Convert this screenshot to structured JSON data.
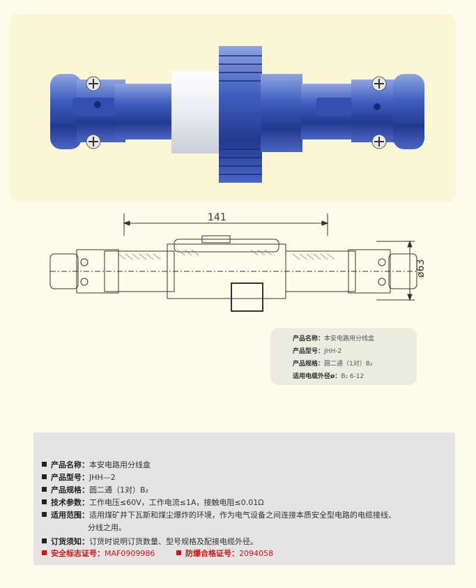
{
  "drawing": {
    "length_dim": "141",
    "diameter_dim": "ø63"
  },
  "spec_card": {
    "rows": [
      {
        "label": "产品名称：",
        "value": "本安电路用分线盒"
      },
      {
        "label": "产品型号：",
        "value": "JHH-2"
      },
      {
        "label": "产品规格：",
        "value": "圆二通（1对）B₂"
      },
      {
        "label": "适用电缆外径ø：",
        "value": "B₂ 6-12"
      }
    ]
  },
  "details": {
    "product_name": {
      "label": "产品名称：",
      "value": "本安电路用分线盒"
    },
    "product_model": {
      "label": "产品型号：",
      "value": "JHH—2"
    },
    "product_spec": {
      "label": "产品规格：",
      "value": "圆二通（1对）B₂"
    },
    "tech_params": {
      "label": "技术参数：",
      "value": "工作电压≤60V，工作电流≤1A，接触电阻≤0.01Ω"
    },
    "application": {
      "label": "适用范围：",
      "value_line1": "适用煤矿井下瓦斯和煤尘爆炸的环境，作为电气设备之间连接本质安全型电路的电缆接线、",
      "value_line2": "分线之用。"
    },
    "ordering": {
      "label": "订货须知：",
      "value": "订货时说明订货数量、型号规格及配接电缆外径。"
    },
    "safety_cert": {
      "label": "安全标志证号：",
      "value": "MAF0909986"
    },
    "explosion_cert": {
      "label": "防爆合格证号：",
      "value": "2094058"
    }
  },
  "colors": {
    "accent_red": "#dd1111",
    "product_blue": "#2e4aa8"
  }
}
